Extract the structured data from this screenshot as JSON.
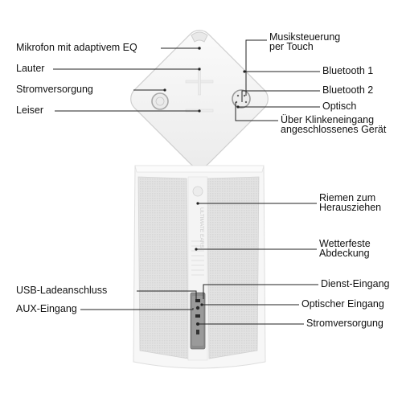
{
  "labels": {
    "mic_eq": "Mikrofon mit adaptivem EQ",
    "louder": "Lauter",
    "power_top": "Stromversorgung",
    "quieter": "Leiser",
    "music_control_1": "Musiksteuerung",
    "music_control_2": "per Touch",
    "bluetooth1": "Bluetooth 1",
    "bluetooth2": "Bluetooth 2",
    "optical": "Optisch",
    "jack_1": "Über Klinkeneingang",
    "jack_2": "angeschlossenes Gerät",
    "strap_1": "Riemen zum",
    "strap_2": "Herausziehen",
    "cover_1": "Wetterfeste",
    "cover_2": "Abdeckung",
    "usb": "USB-Ladeanschluss",
    "aux": "AUX-Eingang",
    "service": "Dienst-Eingang",
    "optical_in": "Optischer Eingang",
    "power_bottom": "Stromversorgung"
  },
  "device_text": {
    "brand_vertical": "ULTIMATE EARS"
  },
  "colors": {
    "background": "#ffffff",
    "device_body": "#f7f7f7",
    "fabric": "#e4e4e4",
    "line": "#222222"
  }
}
